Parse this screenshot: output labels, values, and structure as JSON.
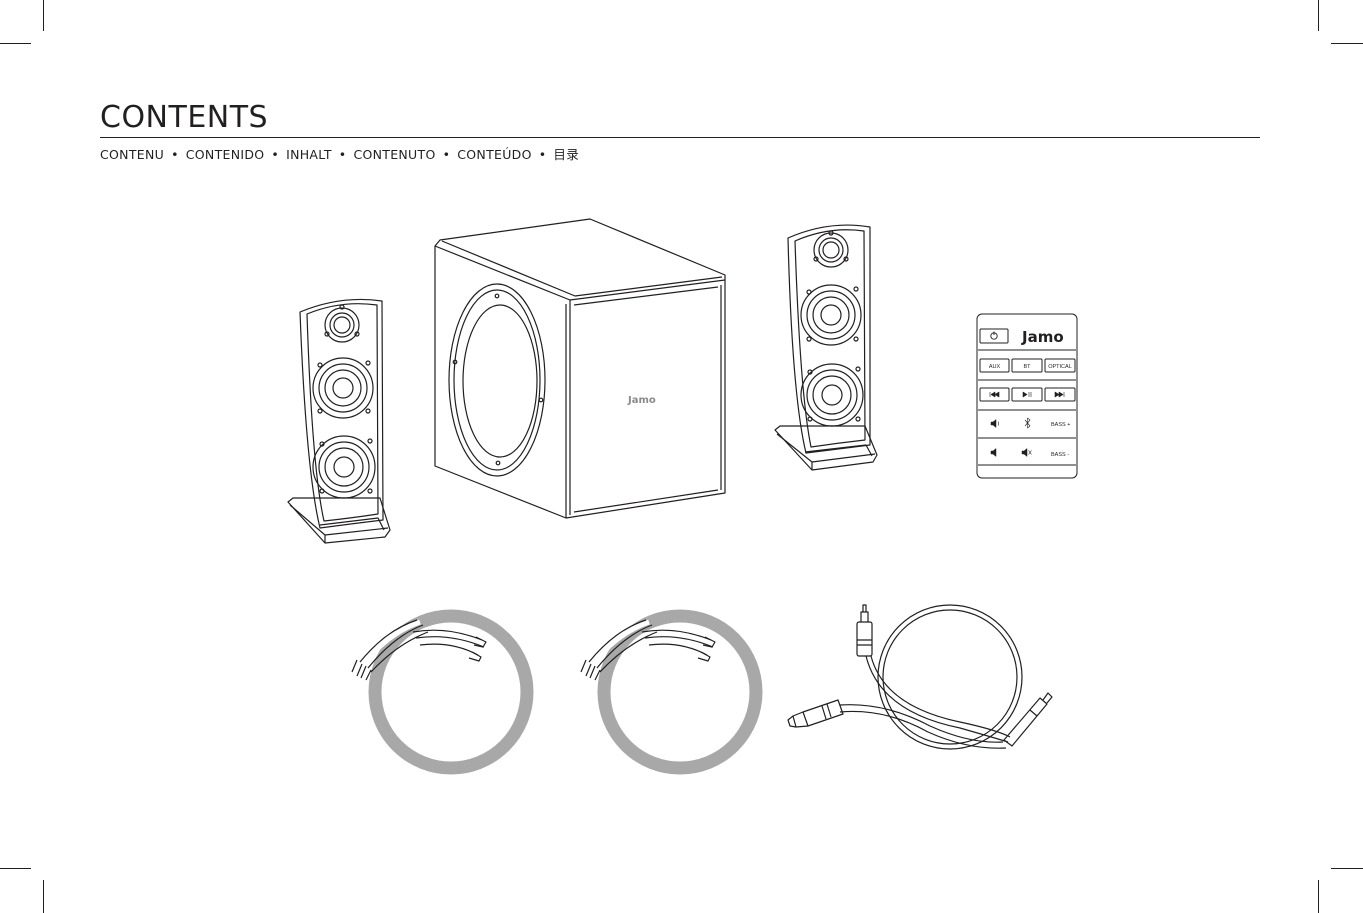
{
  "page": {
    "title": "CONTENTS",
    "languages": [
      "CONTENU",
      "CONTENIDO",
      "INHALT",
      "CONTENUTO",
      "CONTEÚDO",
      "目录"
    ],
    "separator": "•"
  },
  "subwoofer": {
    "brand": "Jamo"
  },
  "remote": {
    "brand": "Jamo",
    "source_buttons": [
      "AUX",
      "BT",
      "OPTICAL"
    ],
    "bass_up": "BASS +",
    "bass_down": "BASS -"
  }
}
